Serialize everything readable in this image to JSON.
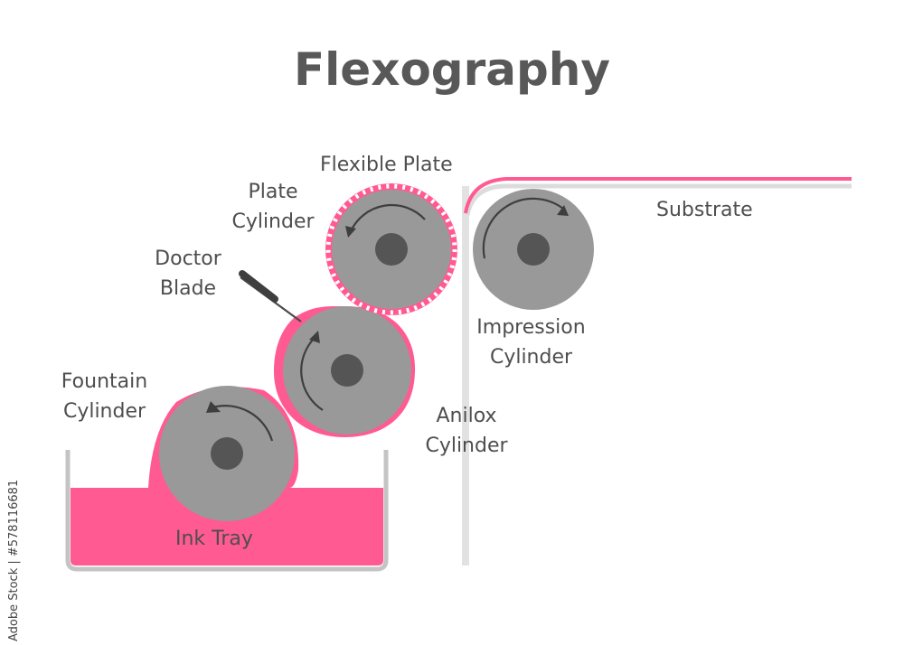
{
  "title": "Flexography",
  "labels": {
    "flexible_plate": "Flexible Plate",
    "plate_cylinder": [
      "Plate",
      "Cylinder"
    ],
    "doctor_blade": [
      "Doctor",
      "Blade"
    ],
    "fountain_cylinder": [
      "Fountain",
      "Cylinder"
    ],
    "ink_tray": "Ink Tray",
    "anilox_cylinder": [
      "Anilox",
      "Cylinder"
    ],
    "impression_cylinder": [
      "Impression",
      "Cylinder"
    ],
    "substrate": "Substrate"
  },
  "watermark": "Adobe Stock | #578116681",
  "colors": {
    "ink": "#ff5a92",
    "cylinder": "#999999",
    "hub": "#555555",
    "arrow": "#3e3e3e",
    "tray_wall": "#c4c4c4",
    "text": "#4e4e4e",
    "plate_segment": "#ffffff"
  }
}
